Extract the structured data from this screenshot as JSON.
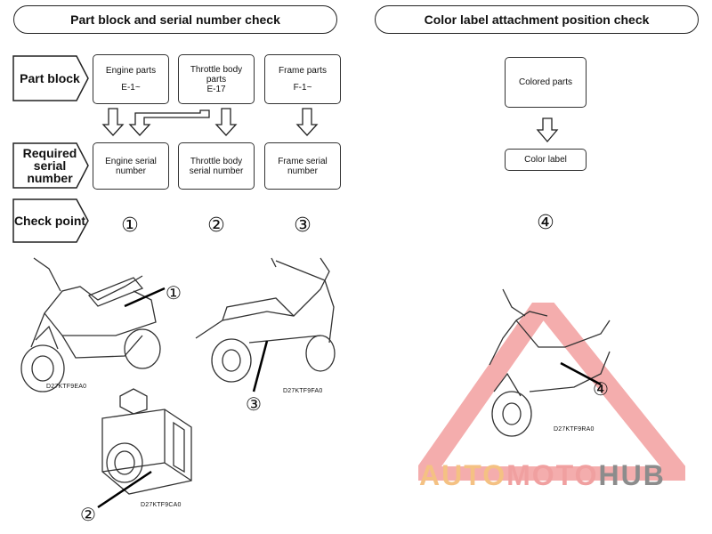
{
  "headers": {
    "left": "Part block and serial number check",
    "right": "Color label attachment position check"
  },
  "row_labels": {
    "part_block": "Part block",
    "required_serial": "Required serial number",
    "check_point": "Check point"
  },
  "part_blocks": [
    {
      "name": "Engine parts",
      "code": "E-1~"
    },
    {
      "name": "Throttle body parts",
      "code": "E-17"
    },
    {
      "name": "Frame parts",
      "code": "F-1~"
    }
  ],
  "serial_numbers": [
    "Engine serial number",
    "Throttle body serial number",
    "Frame serial number"
  ],
  "check_points": [
    "①",
    "②",
    "③"
  ],
  "color": {
    "colored_parts": "Colored parts",
    "color_label": "Color label",
    "check_point": "④"
  },
  "figures": {
    "scooter_left_caption": "D27KTF9EA0",
    "scooter_left_callout": "①",
    "scooter_right_caption": "D27KTF9FA0",
    "scooter_right_callout": "③",
    "throttle_caption": "D27KTF9CA0",
    "throttle_callout": "②",
    "scooter_color_caption": "D27KTF9RA0",
    "scooter_color_callout": "④"
  },
  "watermark": {
    "part1": "AUTO",
    "part2": "MOTO",
    "part3": "HUB"
  }
}
